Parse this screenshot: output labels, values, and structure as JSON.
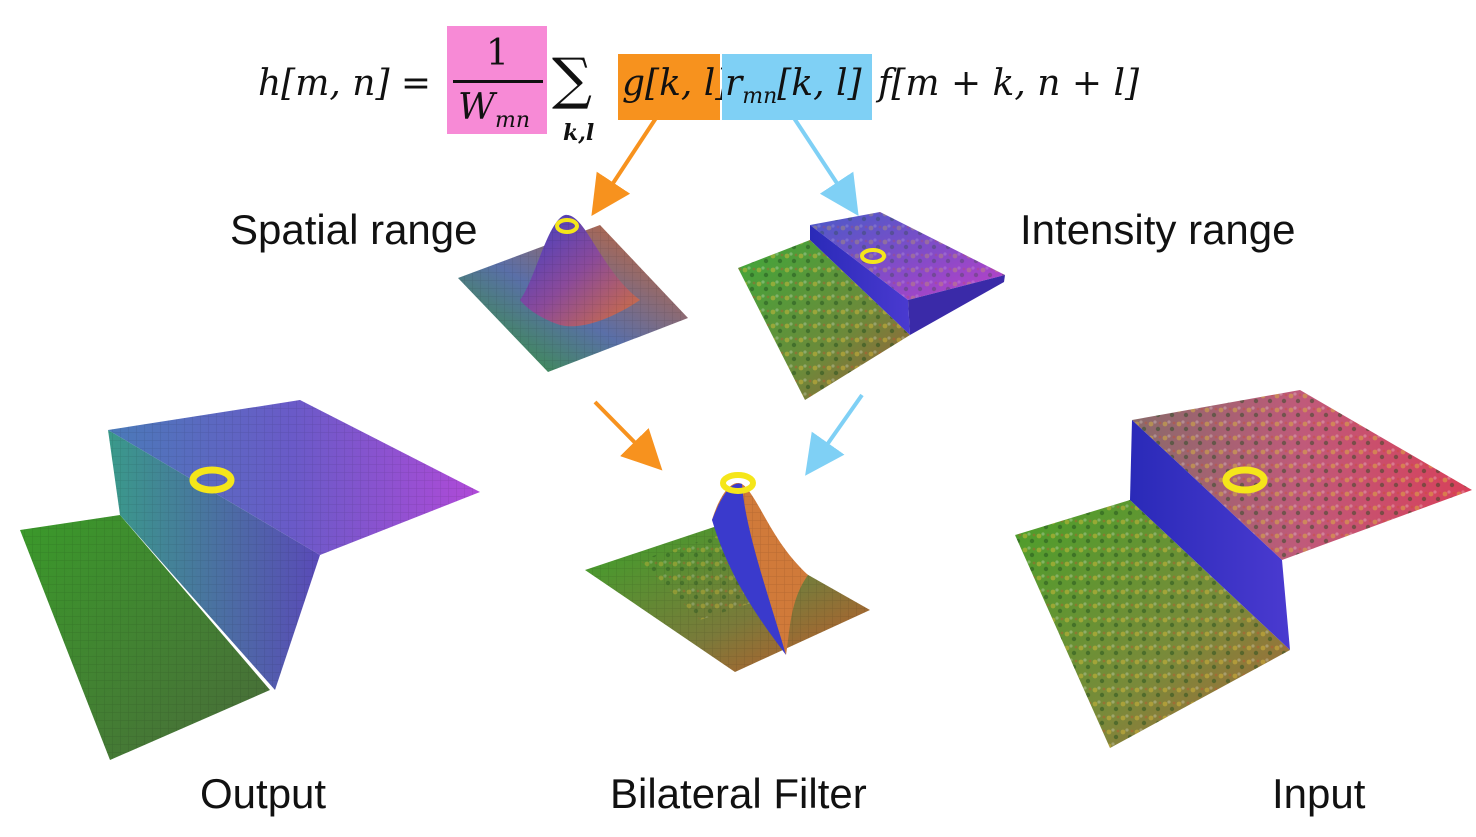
{
  "formula": {
    "lhs": "h[m, n] =",
    "frac_num": "1",
    "frac_den": "W",
    "frac_den_sub": "mn",
    "sum": "∑",
    "sum_sub": "k,l",
    "g_term": "g[k, l]",
    "r_term": "r",
    "r_term_sub": "mn",
    "r_term_args": "[k, l]",
    "f_term": "f[m + k, n + l]",
    "colors": {
      "fraction_box": "#f78ad6",
      "g_box": "#f7921e",
      "r_box": "#7fd0f5"
    }
  },
  "labels": {
    "spatial": "Spatial range",
    "intensity": "Intensity range",
    "output": "Output",
    "bilateral": "Bilateral Filter",
    "input": "Input"
  },
  "colors": {
    "orange_arrow": "#f7921e",
    "blue_arrow": "#7fd0f5",
    "marker": "#f5e61a"
  }
}
